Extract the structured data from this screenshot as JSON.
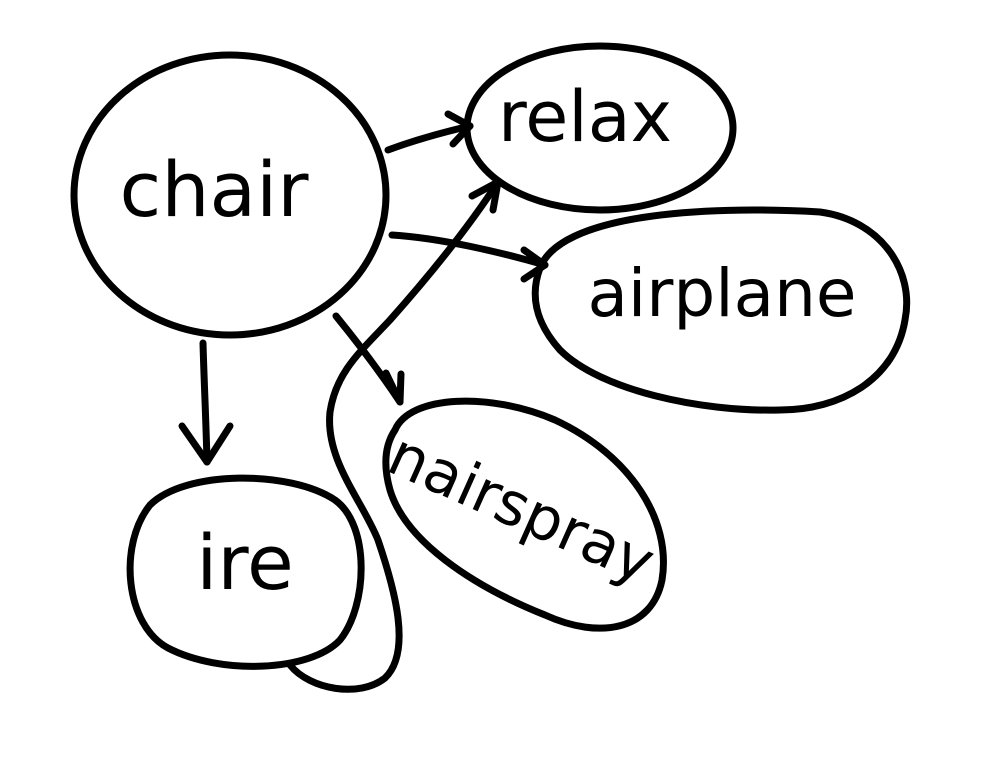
{
  "diagram": {
    "nodes": {
      "chair": "chair",
      "relax": "relax",
      "airplane": "airplane",
      "nairspray": "nairspray",
      "ire": "ire"
    }
  },
  "colors": {
    "ink": "#000000",
    "background": "#ffffff"
  }
}
